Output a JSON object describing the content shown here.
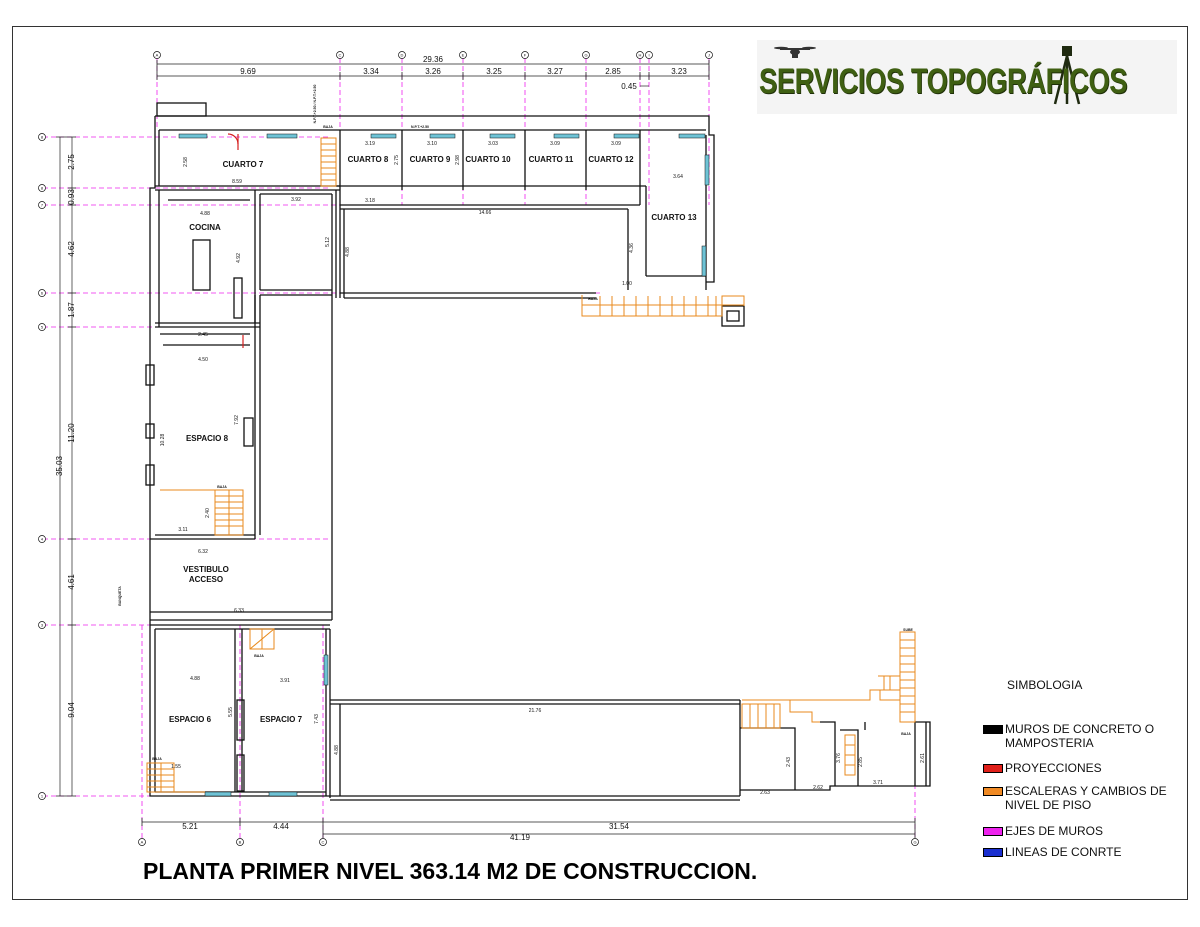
{
  "logo": {
    "text": "SERVICIOS TOPOGRÁFICOS",
    "icons": [
      "drone-icon",
      "total-station-tripod-icon"
    ]
  },
  "plan_title": "PLANTA PRIMER NIVEL 363.14 M2 DE CONSTRUCCION.",
  "legend": {
    "title": "SIMBOLOGIA",
    "items": [
      {
        "label": "MUROS DE CONCRETO O MAMPOSTERIA",
        "color": "#000000"
      },
      {
        "label": "PROYECCIONES",
        "color": "#e0201a"
      },
      {
        "label": "ESCALERAS Y CAMBIOS DE NIVEL DE PISO",
        "color": "#f08a24"
      },
      {
        "label": "EJES DE MUROS",
        "color": "#ee22ee"
      },
      {
        "label": "LINEAS DE CONRTE",
        "color": "#1a2fd0"
      }
    ]
  },
  "rooms": {
    "cuarto7": "CUARTO 7",
    "cuarto8": "CUARTO 8",
    "cuarto9": "CUARTO 9",
    "cuarto10": "CUARTO 10",
    "cuarto11": "CUARTO 11",
    "cuarto12": "CUARTO 12",
    "cuarto13": "CUARTO 13",
    "cocina": "COCINA",
    "espacio8": "ESPACIO 8",
    "vestibulo1": "VESTIBULO",
    "vestibulo2": "ACCESO",
    "espacio6": "ESPACIO 6",
    "espacio7": "ESPACIO 7",
    "banqueta": "BANQUETA"
  },
  "dimensions": {
    "top_total": "29.36",
    "top_segments": [
      "9.69",
      "3.34",
      "3.26",
      "3.25",
      "3.27",
      "2.85",
      "3.23"
    ],
    "top_small": "0.45",
    "left_total": "35.03",
    "left_segments": [
      "2.75",
      "0.93",
      "4.62",
      "1.87",
      "11.20",
      "4.61",
      "9.04"
    ],
    "bottom_segments": [
      "5.21",
      "4.44",
      "31.54"
    ],
    "bottom_total": "41.19",
    "interior": {
      "d258": "2.58",
      "d859": "8.59",
      "d319": "3.19",
      "d275": "2.75",
      "d310": "3.10",
      "d298": "2.98",
      "d303": "3.03",
      "d309a": "3.09",
      "d309b": "3.09",
      "d318": "3.18",
      "d1466": "14.66",
      "d364": "3.64",
      "d392": "3.92",
      "d488a": "4.88",
      "d512": "5.12",
      "d488b": "4.88",
      "d492": "4.92",
      "d436": "4.36",
      "d100": "1.00",
      "d245": "2.45",
      "d450": "4.50",
      "d1028": "10.28",
      "d792": "7.92",
      "d311": "3.11",
      "d240": "2.40",
      "d632": "6.32",
      "d633": "6.33",
      "d488c": "4.88",
      "d391": "3.91",
      "d555": "5.55",
      "d743": "7.43",
      "d155": "1.55",
      "d2176": "21.76",
      "d488d": "4.88",
      "d243": "2.43",
      "d376": "3.76",
      "d285": "2.85",
      "d261": "2.61",
      "d263": "2.63",
      "d262": "2.62",
      "d371": "3.71"
    },
    "baja": "BAJA",
    "sube": "SUBE",
    "top_note": "N.P.T.+2.50 / N.P.T.+2.50",
    "cuarto8_note": "N.P.T.+2.50"
  },
  "axes": {
    "top": [
      "A",
      "C",
      "D",
      "E",
      "F",
      "G",
      "H",
      "I",
      "J"
    ],
    "left": [
      "8",
      "8",
      "7",
      "6",
      "5",
      "4",
      "3",
      "1"
    ],
    "bottom": [
      "A",
      "B",
      "C",
      "G"
    ]
  }
}
